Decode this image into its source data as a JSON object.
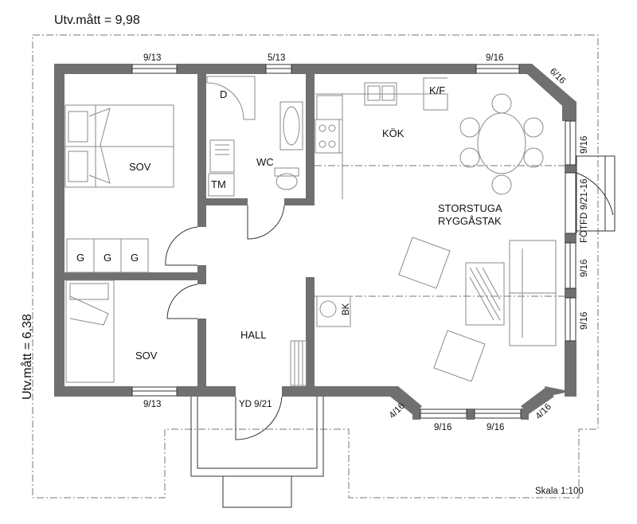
{
  "header": {
    "outer_width_label": "Utv.mått = 9,98"
  },
  "side": {
    "outer_height_label": "Utv.mått = 6,38"
  },
  "rooms": {
    "sov_top": "SOV",
    "sov_bottom": "SOV",
    "wc": "WC",
    "shower": "D",
    "tm": "TM",
    "kok": "KÖK",
    "kf": "K/F",
    "living_line1": "STORSTUGA",
    "living_line2": "RYGGÅSTAK",
    "hall": "HALL",
    "bk": "BK",
    "g1": "G",
    "g2": "G",
    "g3": "G"
  },
  "windows": {
    "top_sov": "9/13",
    "top_wc": "5/13",
    "top_kok": "9/16",
    "corner_top_right": "6/16",
    "right_kok": "9/16",
    "right_door": "FÖTFD 9/21-16",
    "right_mid": "9/16",
    "right_low": "9/16",
    "bottom_sov": "9/13",
    "entry_door": "YD 9/21",
    "bay_left_corner": "4/16",
    "bay_left": "9/16",
    "bay_right": "9/16",
    "bay_right_corner": "4/16"
  },
  "footer": {
    "scale": "Skala 1:100"
  }
}
